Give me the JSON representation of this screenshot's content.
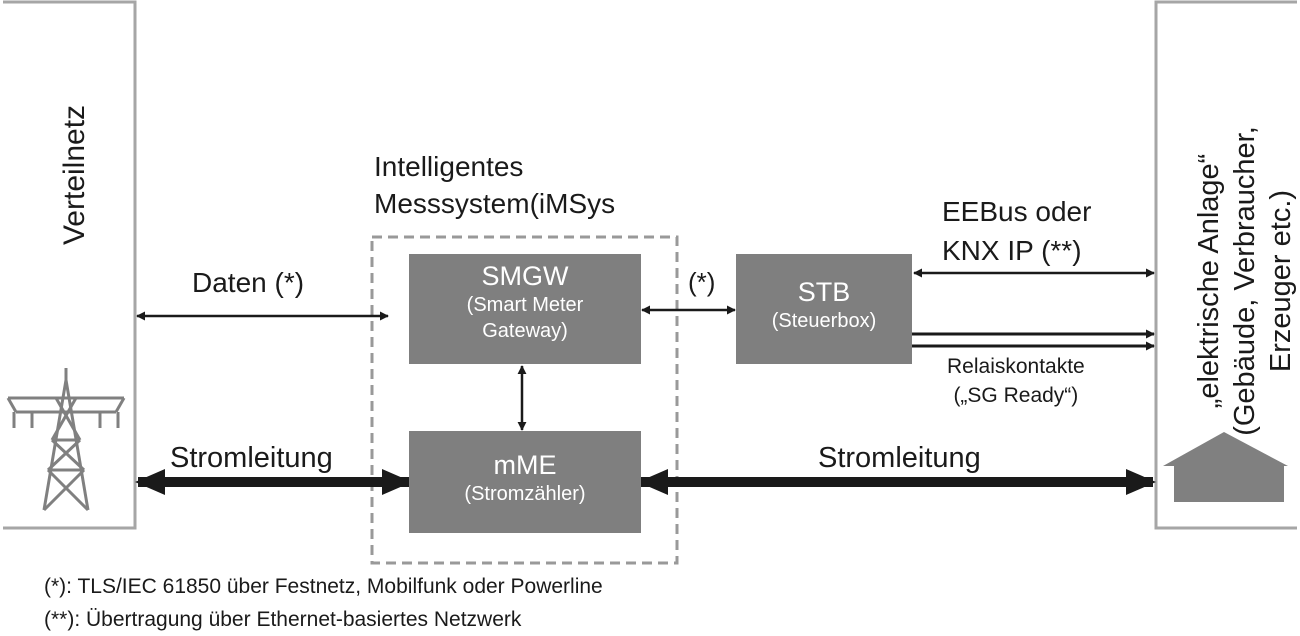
{
  "left_panel": {
    "label": "Verteilnetz"
  },
  "right_panel": {
    "lines": [
      "„elektrische Anlage“",
      "(Gebäude, Verbraucher,",
      "Erzeuger etc.)"
    ]
  },
  "imsys": {
    "line1": "Intelligentes",
    "line2": "Messsystem(iMSys"
  },
  "smgw": {
    "title": "SMGW",
    "line1": "(Smart Meter",
    "line2": "Gateway)"
  },
  "mme": {
    "title": "mME",
    "line1": "(Stromzähler)"
  },
  "stb": {
    "title": "STB",
    "line1": "(Steuerbox)"
  },
  "labels": {
    "daten": "Daten (*)",
    "star": "(*)",
    "eebus_line1": "EEBus oder",
    "eebus_line2": "KNX IP (**)",
    "relais_line1": "Relaiskontakte",
    "relais_line2": "(„SG Ready“)",
    "strom_left": "Stromleitung",
    "strom_right": "Stromleitung"
  },
  "footnotes": {
    "note1": "(*):   TLS/IEC 61850 über Festnetz, Mobilfunk oder Powerline",
    "note2": "(**): Übertragung über Ethernet-basiertes Netzwerk"
  },
  "colors": {
    "box": "#7f7f7f",
    "frame": "#a6a6a6",
    "arrow": "#1a1a1a",
    "icon": "#808080"
  }
}
